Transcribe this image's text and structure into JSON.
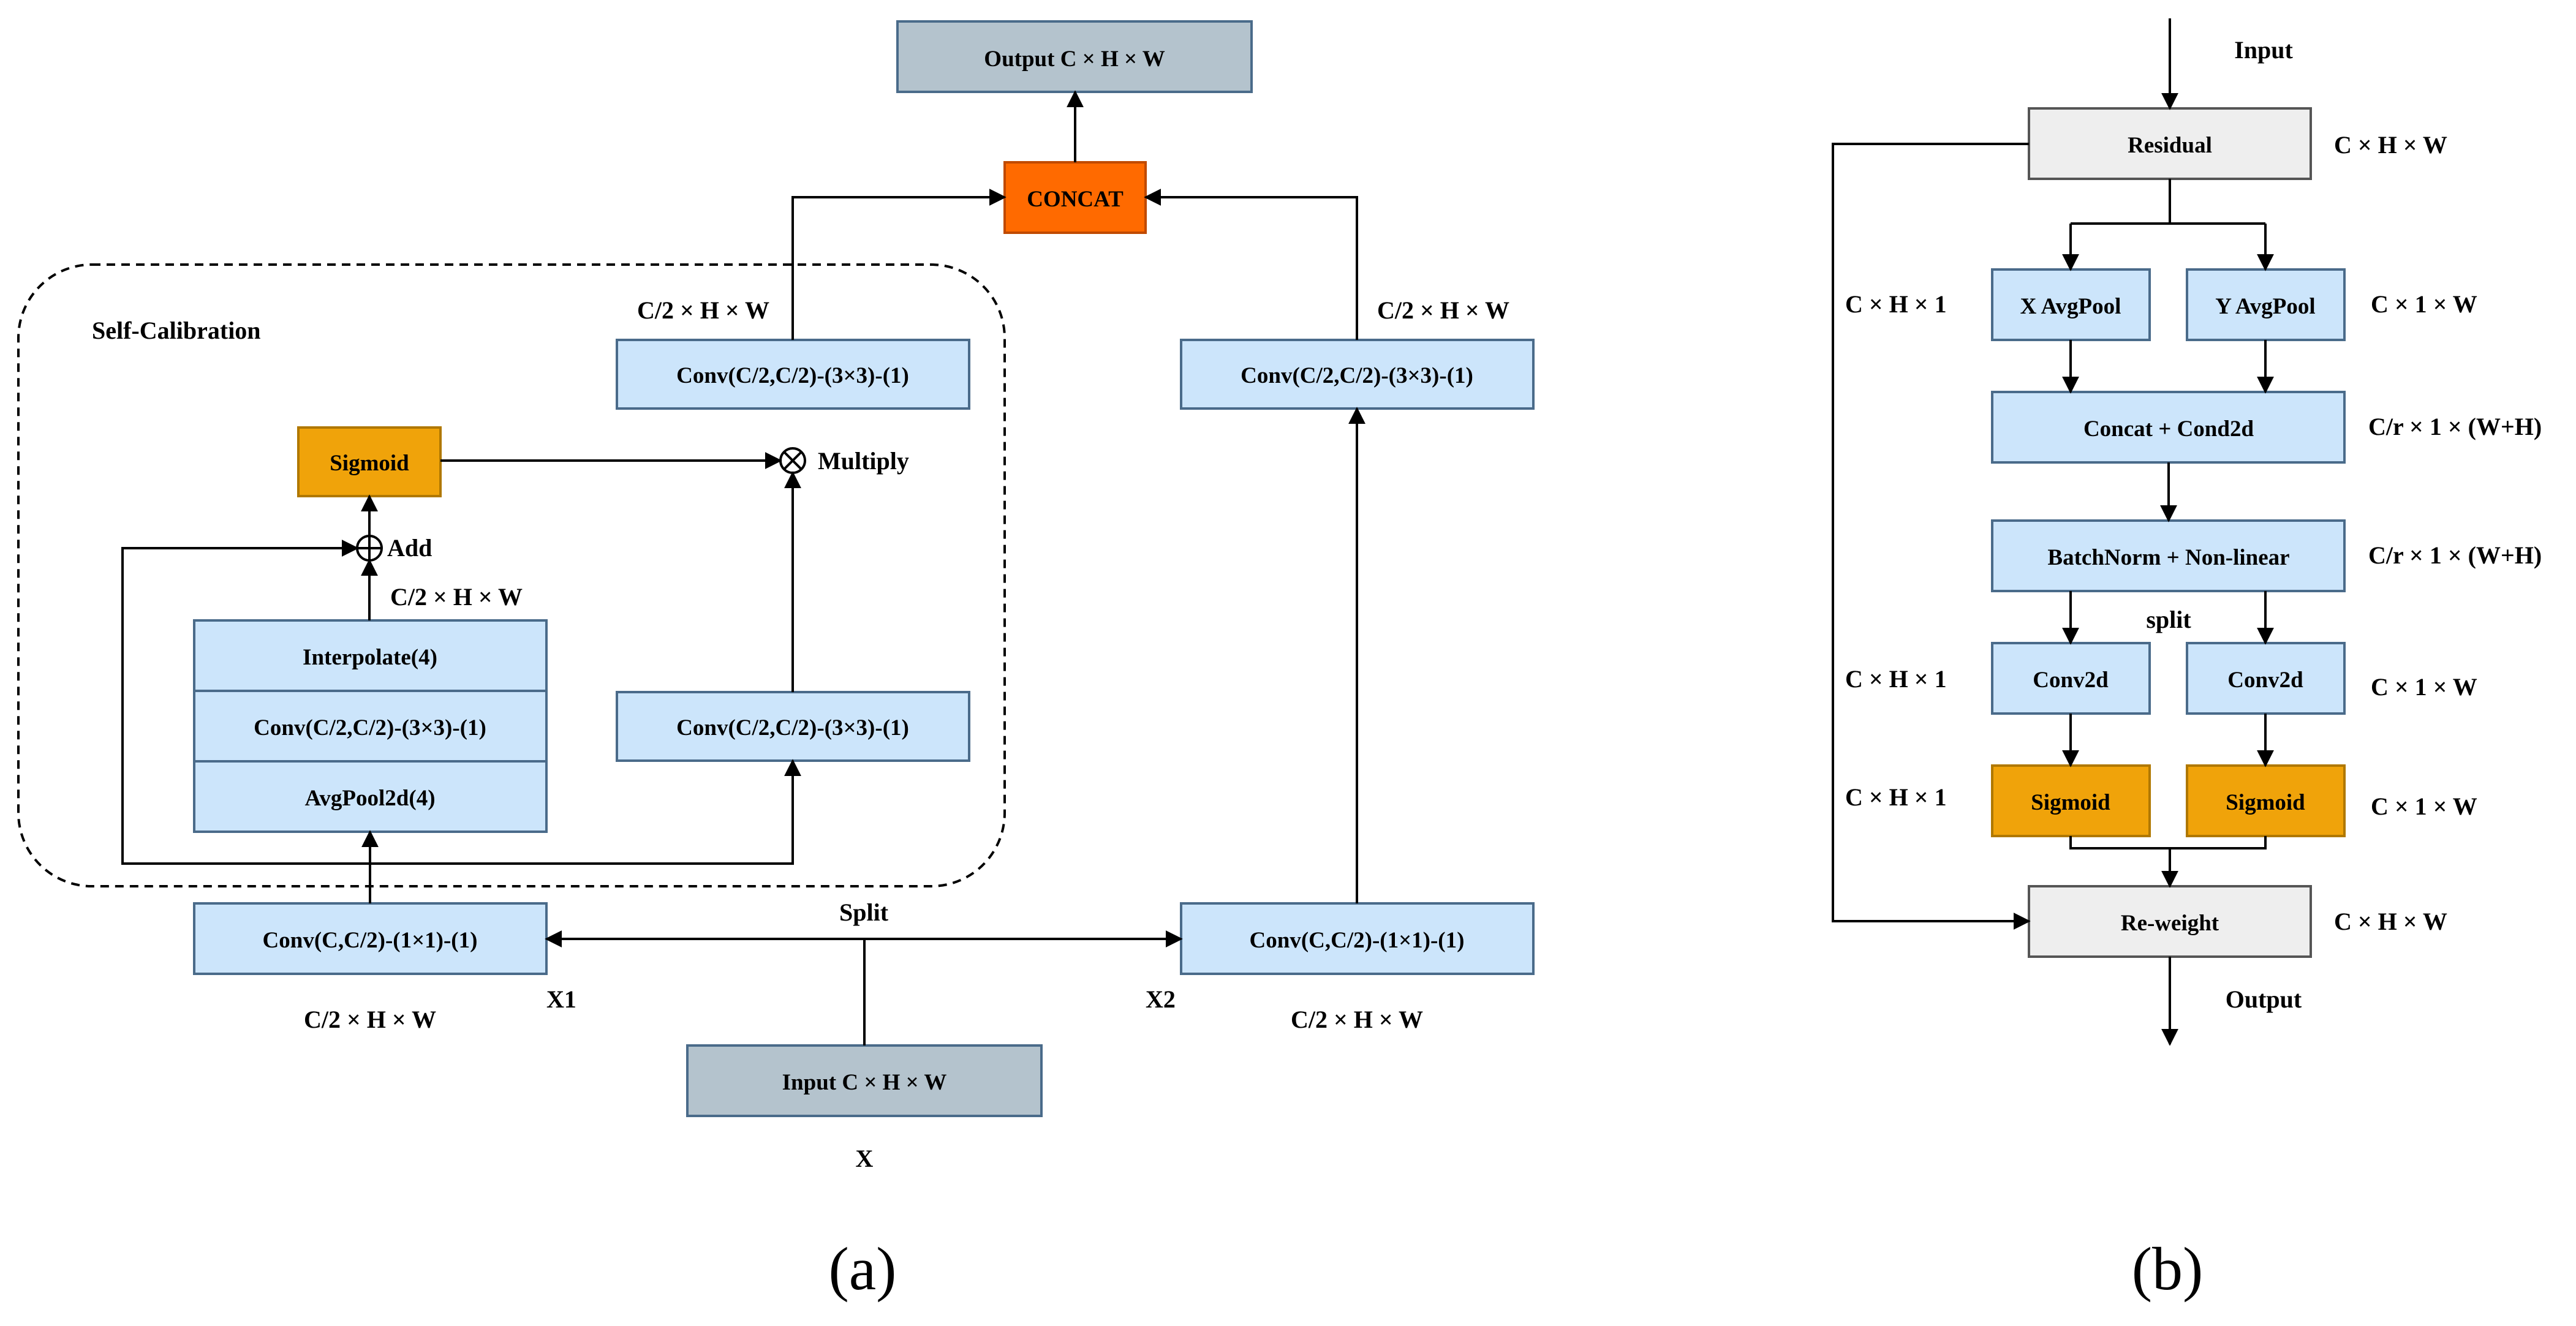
{
  "colors": {
    "conv_fill": "#cce5fb",
    "io_fill": "#b4c3cd",
    "concat_fill": "#ff6a00",
    "sigmoid_fill": "#f0a30a",
    "gray_fill": "#eeeeee",
    "border": "#4a6b8a"
  },
  "panel_a": {
    "output_box": "Output C × H × W",
    "concat_box": "CONCAT",
    "self_calibration_title": "Self-Calibration",
    "sigmoid_box": "Sigmoid",
    "add_label": "Add",
    "multiply_label": "Multiply",
    "conv_top_left": "Conv(C/2,C/2)-(3×3)-(1)",
    "conv_top_left_dim": "C/2 × H × W",
    "conv_top_right": "Conv(C/2,C/2)-(3×3)-(1)",
    "conv_top_right_dim": "C/2 × H × W",
    "interpolate_box": "Interpolate(4)",
    "stack_conv_box": "Conv(C/2,C/2)-(3×3)-(1)",
    "avgpool_box": "AvgPool2d(4)",
    "stack_dim": "C/2 × H × W",
    "conv_mid": "Conv(C/2,C/2)-(3×3)-(1)",
    "conv1x1_left": "Conv(C,C/2)-(1×1)-(1)",
    "conv1x1_right": "Conv(C,C/2)-(1×1)-(1)",
    "split_label": "Split",
    "x1_label": "X1",
    "x2_label": "X2",
    "left_dim_bottom": "C/2 × H × W",
    "right_dim_bottom": "C/2 × H × W",
    "input_box": "Input C × H × W",
    "x_label": "X",
    "caption": "(a)"
  },
  "panel_b": {
    "input_label": "Input",
    "residual_box": "Residual",
    "residual_dim": "C × H × W",
    "x_avgpool_box": "X AvgPool",
    "y_avgpool_box": "Y AvgPool",
    "x_avgpool_dim": "C × H × 1",
    "y_avgpool_dim": "C × 1 × W",
    "concat_box": "Concat + Cond2d",
    "concat_dim": "C/r × 1 × (W+H)",
    "bn_box": "BatchNorm + Non-linear",
    "bn_dim": "C/r × 1 × (W+H)",
    "split_label": "split",
    "conv2d_left_box": "Conv2d",
    "conv2d_right_box": "Conv2d",
    "conv2d_left_dim": "C × H × 1",
    "conv2d_right_dim": "C × 1 × W",
    "sigmoid_left_box": "Sigmoid",
    "sigmoid_right_box": "Sigmoid",
    "sigmoid_left_dim": "C × H × 1",
    "sigmoid_right_dim": "C × 1 × W",
    "reweight_box": "Re-weight",
    "reweight_dim": "C × H × W",
    "output_label": "Output",
    "caption": "(b)"
  }
}
